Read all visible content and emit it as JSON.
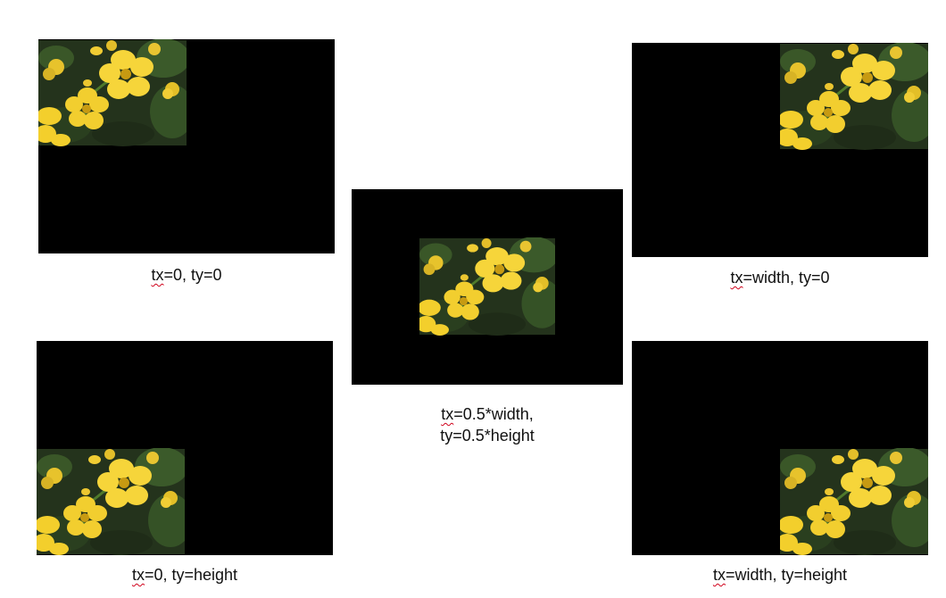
{
  "panels": [
    {
      "id": "top-left",
      "caption_prefix": "tx",
      "caption_rest": "=0, ty=0"
    },
    {
      "id": "center",
      "caption_prefix": "tx",
      "caption_rest": "=0.5*width,",
      "caption_line2_prefix": "ty",
      "caption_line2_rest": "=0.5*height"
    },
    {
      "id": "top-right",
      "caption_prefix": "tx",
      "caption_rest": "=width, ty=0"
    },
    {
      "id": "bottom-left",
      "caption_prefix": "tx",
      "caption_rest": "=0, ty=height"
    },
    {
      "id": "bottom-right",
      "caption_prefix": "tx",
      "caption_rest": "=width, ty=height"
    }
  ],
  "colors": {
    "panel_background": "#000000",
    "flower": "#f3cf2c",
    "flower_center": "#c79a12",
    "foliage": "#2f4a22",
    "spellcheck_underline": "#d0021b"
  },
  "icons": [
    "flower-photo"
  ]
}
